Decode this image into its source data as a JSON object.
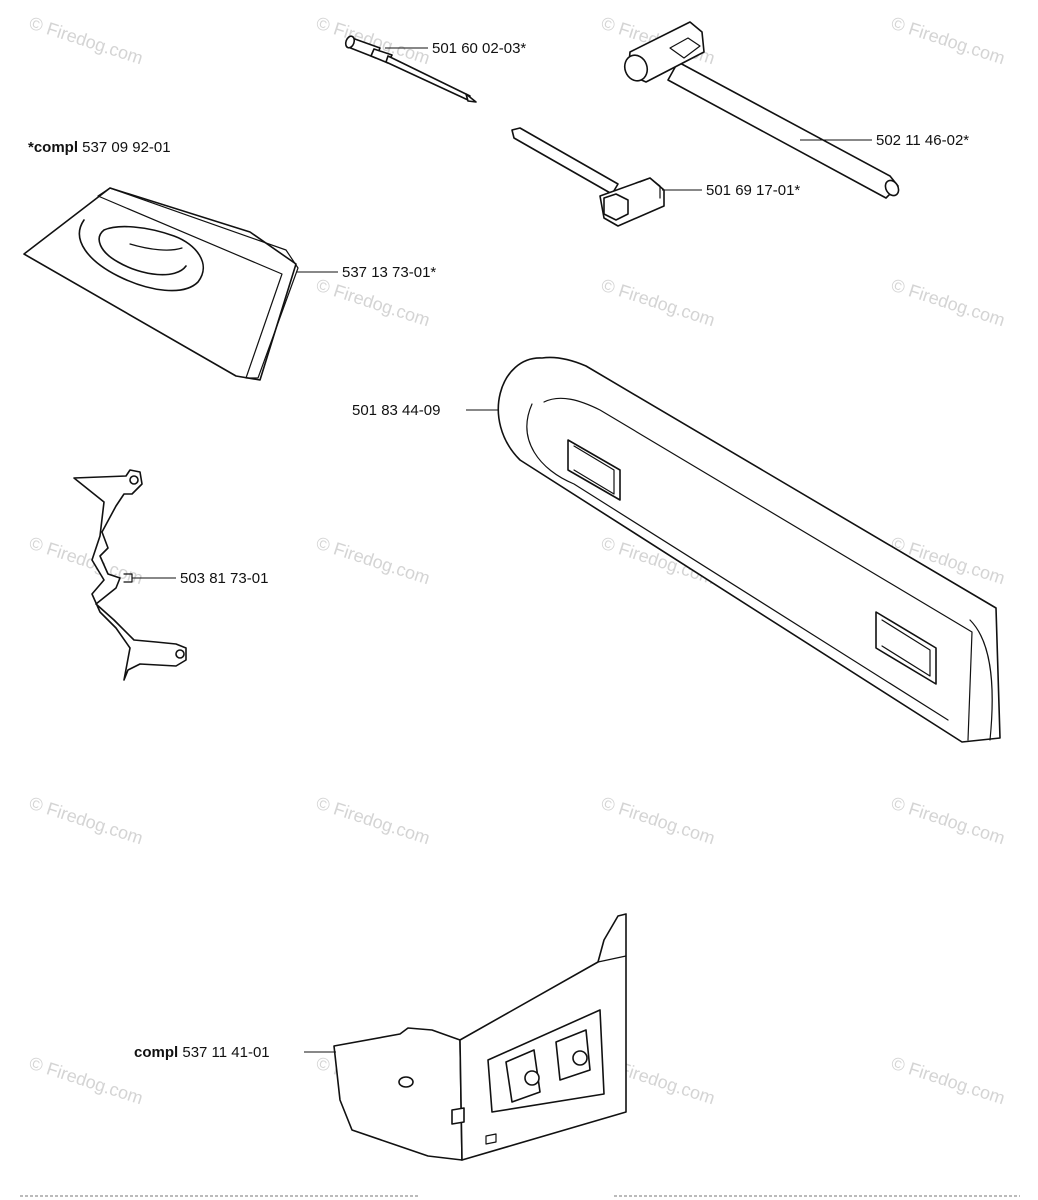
{
  "watermark": "© Firedog.com",
  "header_note": {
    "bold": "*compl",
    "rest": " 537 09 92-01"
  },
  "parts": {
    "screwdriver": "501 60 02-03*",
    "long_wrench": "502 11 46-02*",
    "combi_wrench": "501 69 17-01*",
    "tool_bag": "537 13 73-01*",
    "bar_guard": "501 83 44-09",
    "spike_bumper": "503 81 73-01",
    "clutch_cover": {
      "bold": "compl",
      "rest": " 537 11 41-01"
    }
  }
}
